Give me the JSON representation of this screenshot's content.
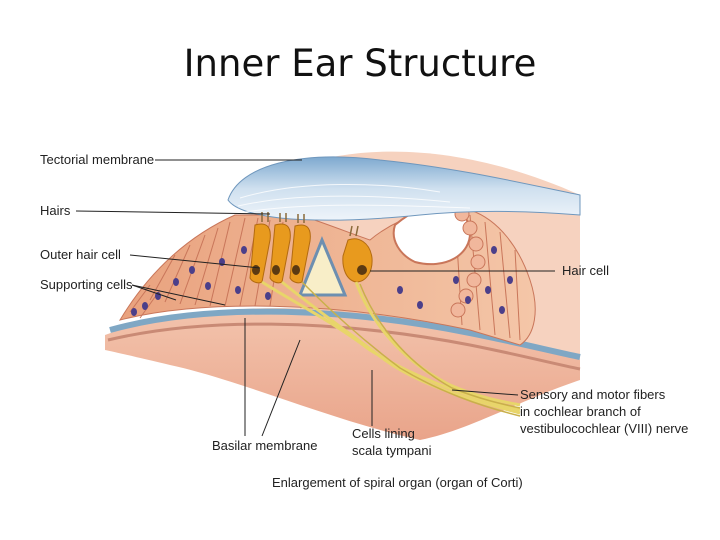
{
  "slide": {
    "title": "Inner Ear Structure"
  },
  "labels": {
    "tectorial_membrane": "Tectorial membrane",
    "hairs": "Hairs",
    "outer_hair_cell": "Outer hair cell",
    "supporting_cells": "Supporting cells",
    "hair_cell": "Hair cell",
    "sensory_fibers_1": "Sensory and motor fibers",
    "sensory_fibers_2": "in cochlear branch of",
    "sensory_fibers_3": "vestibulocochlear (VIII) nerve",
    "basilar_membrane": "Basilar membrane",
    "cells_lining_1": "Cells lining",
    "cells_lining_2": "scala tympani"
  },
  "caption": "Enlargement of spiral organ (organ of Corti)",
  "colors": {
    "tissue_pink": "#f0b49a",
    "tissue_dark": "#d9806a",
    "membrane_blue": "#a9c6de",
    "hair_cell_orange": "#e89a1e",
    "nerve_yellow": "#e8d56a",
    "nucleus_purple": "#4b3f8a"
  }
}
